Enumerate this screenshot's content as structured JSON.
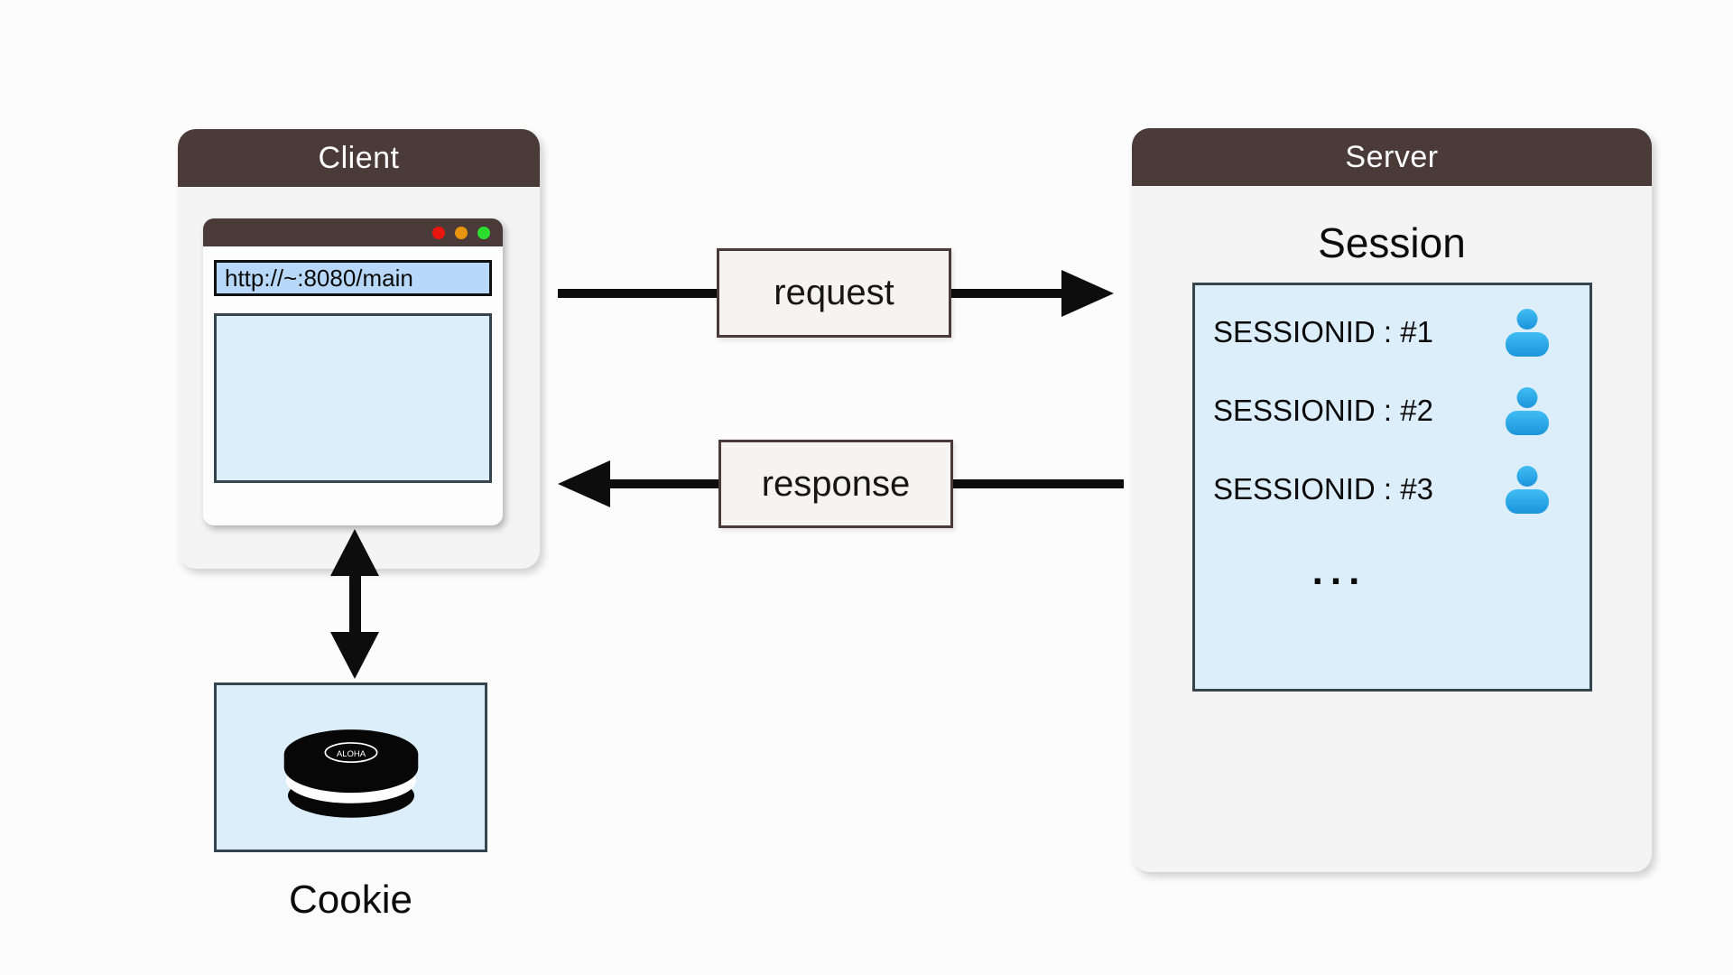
{
  "client": {
    "title": "Client",
    "browser": {
      "url": "http://~:8080/main",
      "traffic_lights": [
        "red",
        "orange",
        "green"
      ]
    }
  },
  "arrows": {
    "request_label": "request",
    "response_label": "response"
  },
  "cookie": {
    "label": "Cookie",
    "brand": "ALOHA"
  },
  "server": {
    "title": "Server",
    "session": {
      "title": "Session",
      "items": [
        {
          "label": "SESSIONID : #1"
        },
        {
          "label": "SESSIONID : #2"
        },
        {
          "label": "SESSIONID : #3"
        }
      ],
      "ellipsis": "..."
    }
  },
  "colors": {
    "header_brown": "#4a3b38",
    "panel_gray": "#f4f4f4",
    "light_blue": "#ddeefb",
    "url_blue": "#b7d8f8",
    "box_border": "#35444d",
    "label_border": "#4a3b38",
    "arrow_black": "#0d0d0d",
    "person_blue": "#2ba7e8",
    "dot_red": "#e8150c",
    "dot_orange": "#e8940f",
    "dot_green": "#2ede2e"
  }
}
